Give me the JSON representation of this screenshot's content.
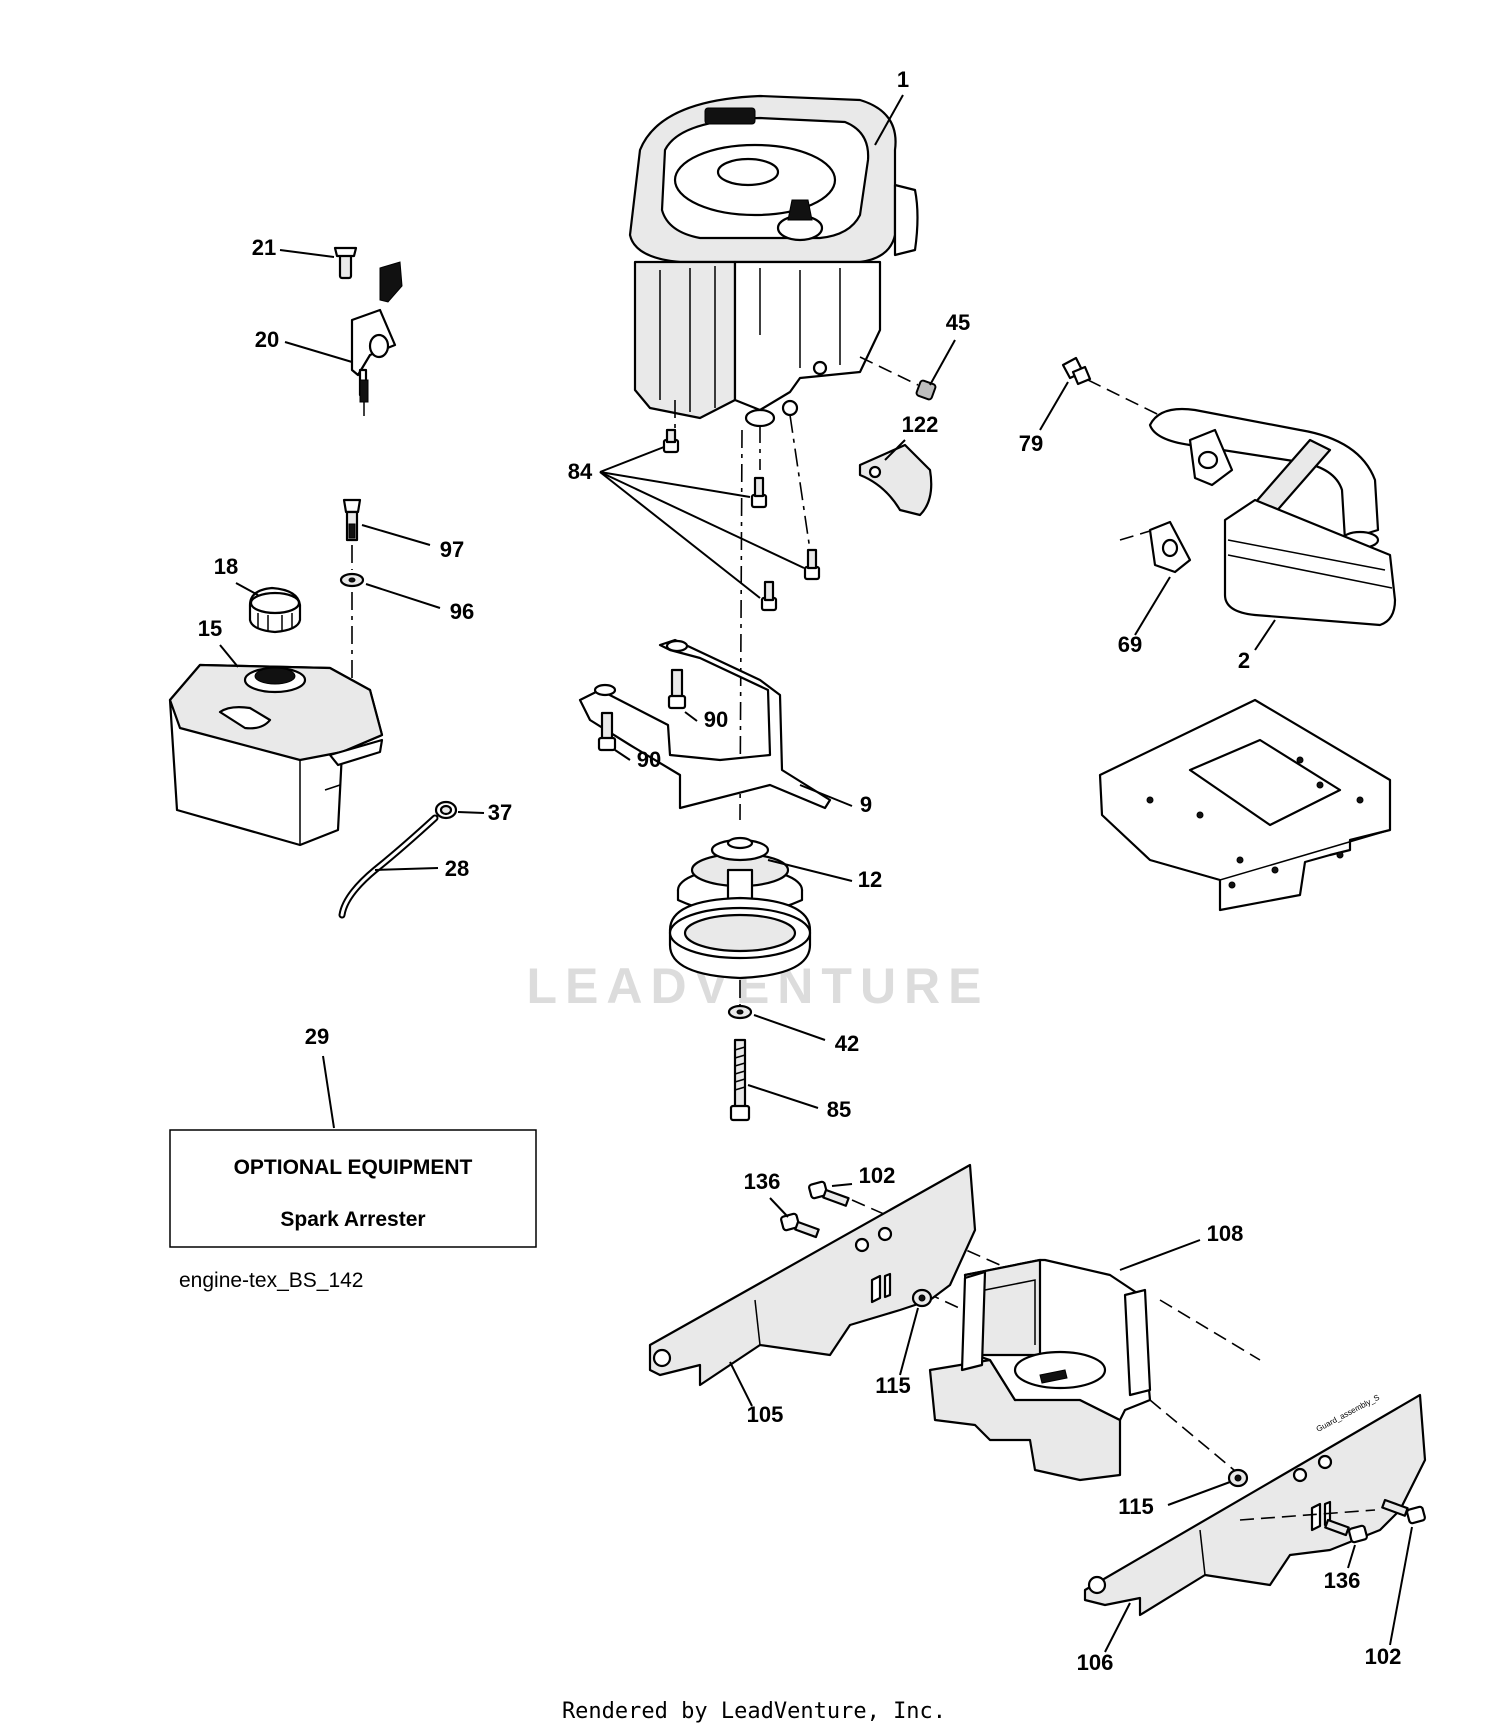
{
  "callouts": [
    {
      "label": "1"
    },
    {
      "label": "21"
    },
    {
      "label": "20"
    },
    {
      "label": "45"
    },
    {
      "label": "79"
    },
    {
      "label": "122"
    },
    {
      "label": "84"
    },
    {
      "label": "97"
    },
    {
      "label": "18"
    },
    {
      "label": "96"
    },
    {
      "label": "15"
    },
    {
      "label": "69"
    },
    {
      "label": "2"
    },
    {
      "label": "90"
    },
    {
      "label": "90"
    },
    {
      "label": "9"
    },
    {
      "label": "37"
    },
    {
      "label": "28"
    },
    {
      "label": "12"
    },
    {
      "label": "42"
    },
    {
      "label": "29"
    },
    {
      "label": "85"
    },
    {
      "label": "136"
    },
    {
      "label": "102"
    },
    {
      "label": "108"
    },
    {
      "label": "115"
    },
    {
      "label": "105"
    },
    {
      "label": "115"
    },
    {
      "label": "136"
    },
    {
      "label": "106"
    },
    {
      "label": "102"
    }
  ],
  "optional_equipment": {
    "title": "OPTIONAL EQUIPMENT",
    "item": "Spark Arrester"
  },
  "diagram_id": "engine-tex_BS_142",
  "watermark": "LEADVENTURE",
  "guard_label": "Guard_assembly_S",
  "footer": "Rendered by LeadVenture, Inc."
}
